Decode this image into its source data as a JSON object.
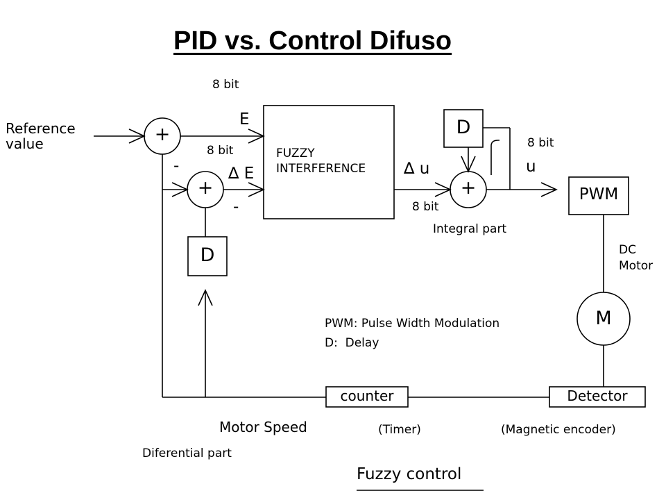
{
  "title": "PID vs. Control Difuso",
  "inputs": {
    "reference": "Reference\nvalue"
  },
  "signals": {
    "bit_top": "8 bit",
    "bit_mid": "8 bit",
    "bit_right": "8 bit",
    "bit_bottom": "8 bit",
    "error": "E",
    "delta_error": "∆ E",
    "delta_u": "∆ u",
    "u": "u",
    "minus_1": "-",
    "minus_2": "-"
  },
  "blocks": {
    "fuzzy": "FUZZY\nINTERFERENCE",
    "delay_top": "D",
    "delay_left": "D",
    "pwm": "PWM",
    "motor": "M",
    "counter": "counter",
    "detector": "Detector",
    "sum_symbol": "+"
  },
  "labels": {
    "integral": "Integral part",
    "dc_motor": "DC\nMotor",
    "legend_pwm": "PWM: Pulse Width Modulation",
    "legend_d": "D:  Delay",
    "motor_speed": "Motor Speed",
    "timer": "(Timer)",
    "encoder": "(Magnetic encoder)",
    "differential": "Diferential part",
    "caption": "Fuzzy control"
  }
}
